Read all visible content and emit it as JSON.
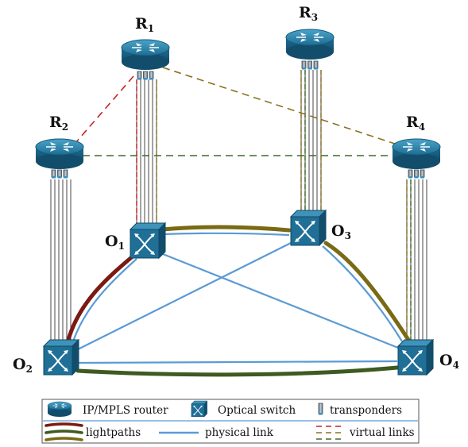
{
  "routers": [
    {
      "id": "R1",
      "base": "R",
      "sub": "1"
    },
    {
      "id": "R2",
      "base": "R",
      "sub": "2"
    },
    {
      "id": "R3",
      "base": "R",
      "sub": "3"
    },
    {
      "id": "R4",
      "base": "R",
      "sub": "4"
    }
  ],
  "switches": [
    {
      "id": "O1",
      "base": "O",
      "sub": "1"
    },
    {
      "id": "O2",
      "base": "O",
      "sub": "2"
    },
    {
      "id": "O3",
      "base": "O",
      "sub": "3"
    },
    {
      "id": "O4",
      "base": "O",
      "sub": "4"
    }
  ],
  "physical_links": [
    [
      "O1",
      "O3"
    ],
    [
      "O1",
      "O2"
    ],
    [
      "O2",
      "O3"
    ],
    [
      "O3",
      "O4"
    ],
    [
      "O2",
      "O4"
    ]
  ],
  "lightpaths": [
    {
      "between": [
        "O1",
        "O2"
      ],
      "color": "#7a1a12"
    },
    {
      "between": [
        "O1",
        "O3"
      ],
      "color": "#7a6a14"
    },
    {
      "between": [
        "O3",
        "O4"
      ],
      "color": "#7a6a14"
    },
    {
      "between": [
        "O2",
        "O4"
      ],
      "color": "#3d5a20"
    }
  ],
  "virtual_links": [
    {
      "between": [
        "R1",
        "R2"
      ],
      "color": "#cc2222"
    },
    {
      "between": [
        "R1",
        "R4"
      ],
      "color": "#8a7020"
    },
    {
      "between": [
        "R2",
        "R4"
      ],
      "color": "#3d6b2a"
    }
  ],
  "colors": {
    "device_blue": "#1f6f96",
    "physical_link": "#5b9bd5",
    "lightpath_red": "#7a1a12",
    "lightpath_green": "#3d5a20",
    "lightpath_olive": "#7a6a14"
  },
  "legend": {
    "router_label": "IP/MPLS router",
    "switch_label": "Optical switch",
    "transponder_label": "transponders",
    "lightpaths_label": "lightpaths",
    "physical_label": "physical link",
    "virtual_label": "virtual links"
  }
}
